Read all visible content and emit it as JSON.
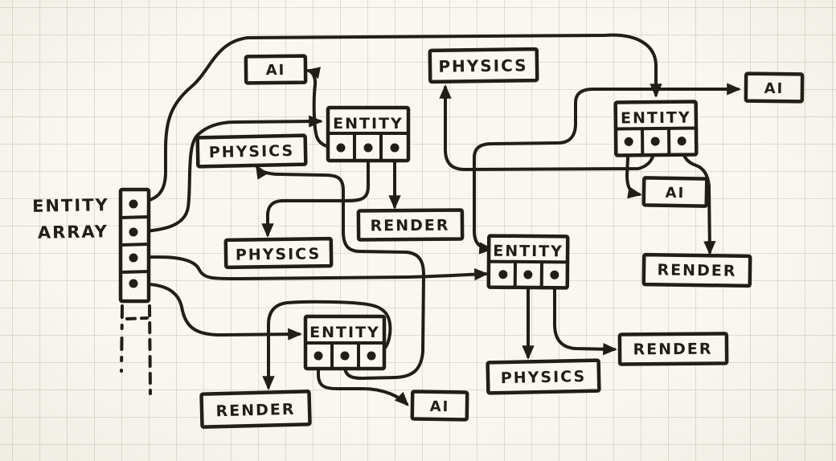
{
  "figure": {
    "kind": "hand-drawn diagram on graph paper",
    "subject": "Array of entity pointers referencing scattered ENTITY records, each holding pointers to AI / PHYSICS / RENDER components"
  },
  "colors": {
    "paper": "#f9f7f0",
    "grid_line": "#aaa08a",
    "ink": "#211e17"
  },
  "array_label": {
    "line1": "ENTITY",
    "line2": "ARRAY"
  },
  "array": {
    "cell_count": 4,
    "continuation": "dashed (array continues downward)"
  },
  "entities": [
    {
      "id": "entity-1",
      "label": "ENTITY"
    },
    {
      "id": "entity-2",
      "label": "ENTITY"
    },
    {
      "id": "entity-3",
      "label": "ENTITY"
    },
    {
      "id": "entity-4",
      "label": "ENTITY"
    }
  ],
  "components": [
    {
      "id": "ai-1",
      "label": "AI"
    },
    {
      "id": "ai-2",
      "label": "AI"
    },
    {
      "id": "ai-3",
      "label": "AI"
    },
    {
      "id": "ai-4",
      "label": "AI"
    },
    {
      "id": "physics-1",
      "label": "PHYSICS"
    },
    {
      "id": "physics-2",
      "label": "PHYSICS"
    },
    {
      "id": "physics-3",
      "label": "PHYSICS"
    },
    {
      "id": "physics-4",
      "label": "PHYSICS"
    },
    {
      "id": "render-1",
      "label": "RENDER"
    },
    {
      "id": "render-2",
      "label": "RENDER"
    },
    {
      "id": "render-3",
      "label": "RENDER"
    },
    {
      "id": "render-4",
      "label": "RENDER"
    }
  ],
  "edges": [
    {
      "from": "entity-array.cell-1",
      "to": "entity-2"
    },
    {
      "from": "entity-array.cell-2",
      "to": "entity-1"
    },
    {
      "from": "entity-array.cell-3",
      "to": "entity-3"
    },
    {
      "from": "entity-array.cell-4",
      "to": "entity-4"
    },
    {
      "from": "entity-1.slot-1",
      "to": "ai-1"
    },
    {
      "from": "entity-1.slot-2",
      "to": "physics-3"
    },
    {
      "from": "entity-1.slot-3",
      "to": "render-1"
    },
    {
      "from": "entity-2.slot-1",
      "to": "ai-3"
    },
    {
      "from": "entity-2.slot-2",
      "to": "physics-2"
    },
    {
      "from": "entity-2.slot-3",
      "to": "render-2"
    },
    {
      "from": "entity-3",
      "to": "ai-2"
    },
    {
      "from": "entity-3.slot-2",
      "to": "physics-4"
    },
    {
      "from": "entity-3.slot-3",
      "to": "render-3"
    },
    {
      "from": "entity-4.slot-1",
      "to": "ai-4"
    },
    {
      "from": "entity-4.slot-2",
      "to": "physics-1"
    },
    {
      "from": "entity-4.slot-3",
      "to": "render-4"
    }
  ]
}
